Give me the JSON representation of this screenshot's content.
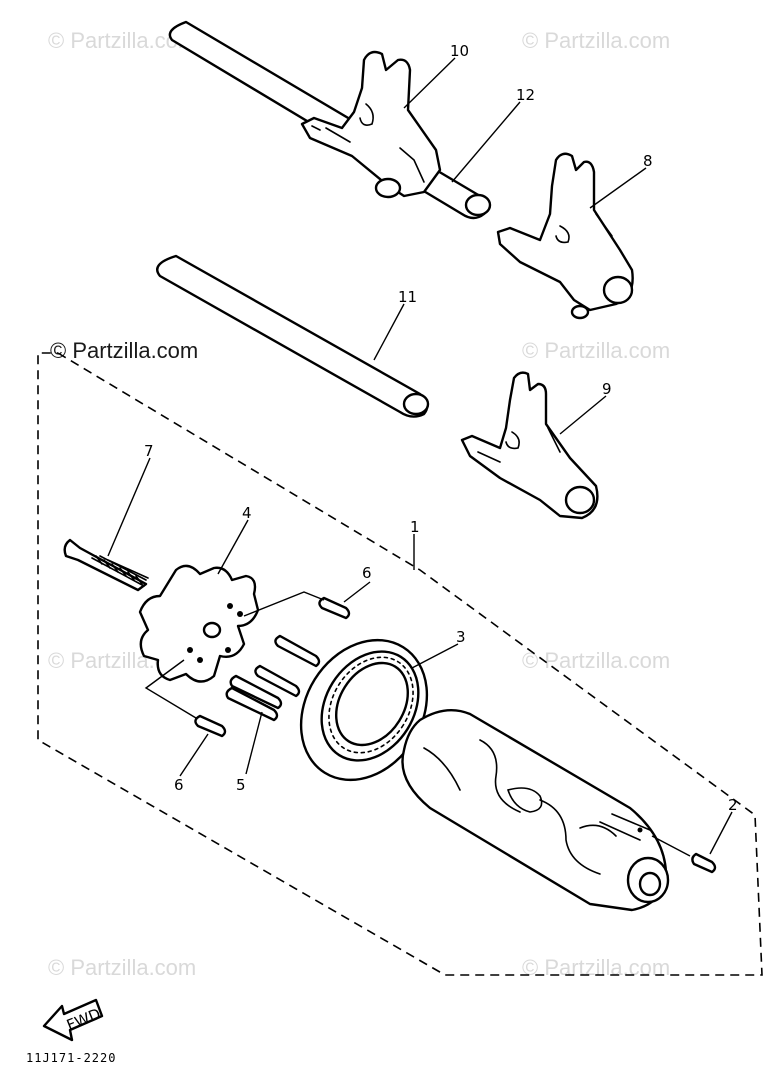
{
  "watermarks": [
    {
      "text": "© Partzilla.com",
      "style": "faint"
    },
    {
      "text": "© Partzilla.com",
      "style": "faint"
    },
    {
      "text": "© Partzilla.com",
      "style": "strong"
    },
    {
      "text": "© Partzilla.com",
      "style": "faint"
    },
    {
      "text": "© Partzilla.com",
      "style": "faint"
    },
    {
      "text": "© Partzilla.com",
      "style": "faint"
    },
    {
      "text": "© Partzilla.com",
      "style": "faint"
    },
    {
      "text": "© Partzilla.com",
      "style": "faint"
    }
  ],
  "callouts": {
    "p1": "1",
    "p2": "2",
    "p3": "3",
    "p4": "4",
    "p5": "5",
    "p6a": "6",
    "p6b": "6",
    "p7": "7",
    "p8": "8",
    "p9": "9",
    "p10": "10",
    "p11": "11",
    "p12": "12"
  },
  "fwd_label": "FWD",
  "diagram_code": "11J171-2220",
  "colors": {
    "line": "#000000",
    "watermark": "#d9d9d9",
    "background": "#ffffff"
  }
}
